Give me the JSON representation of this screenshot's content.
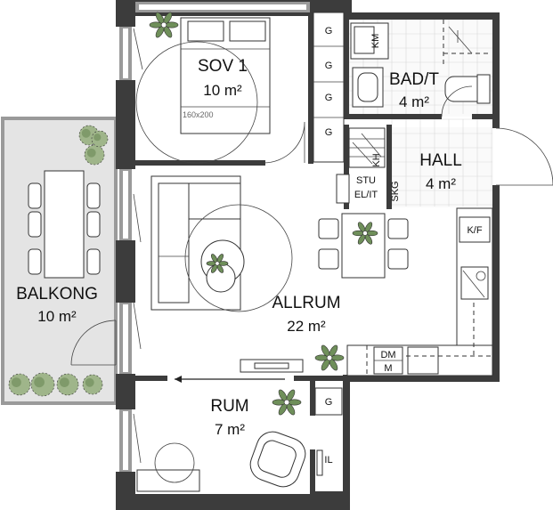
{
  "rooms": {
    "sov": {
      "name": "SOV 1",
      "area": "10 m²"
    },
    "bad": {
      "name": "BAD/T",
      "area": "4 m²"
    },
    "hall": {
      "name": "HALL",
      "area": "4 m²"
    },
    "allrum": {
      "name": "ALLRUM",
      "area": "22 m²"
    },
    "balkong": {
      "name": "BALKONG",
      "area": "10 m²"
    },
    "rum": {
      "name": "RUM",
      "area": "7 m²"
    }
  },
  "labels": {
    "bed_size": "160x200",
    "wardrobe": "G",
    "km": "KM",
    "kh": "KH",
    "stu": "STU",
    "elit": "EL/IT",
    "skg": "SKG",
    "kf": "K/F",
    "dm": "DM",
    "m": "M",
    "il": "IL"
  },
  "colors": {
    "wall": "#3c3c3c",
    "balcony": "#e4e4e4",
    "plant": "#6f8f5a"
  }
}
